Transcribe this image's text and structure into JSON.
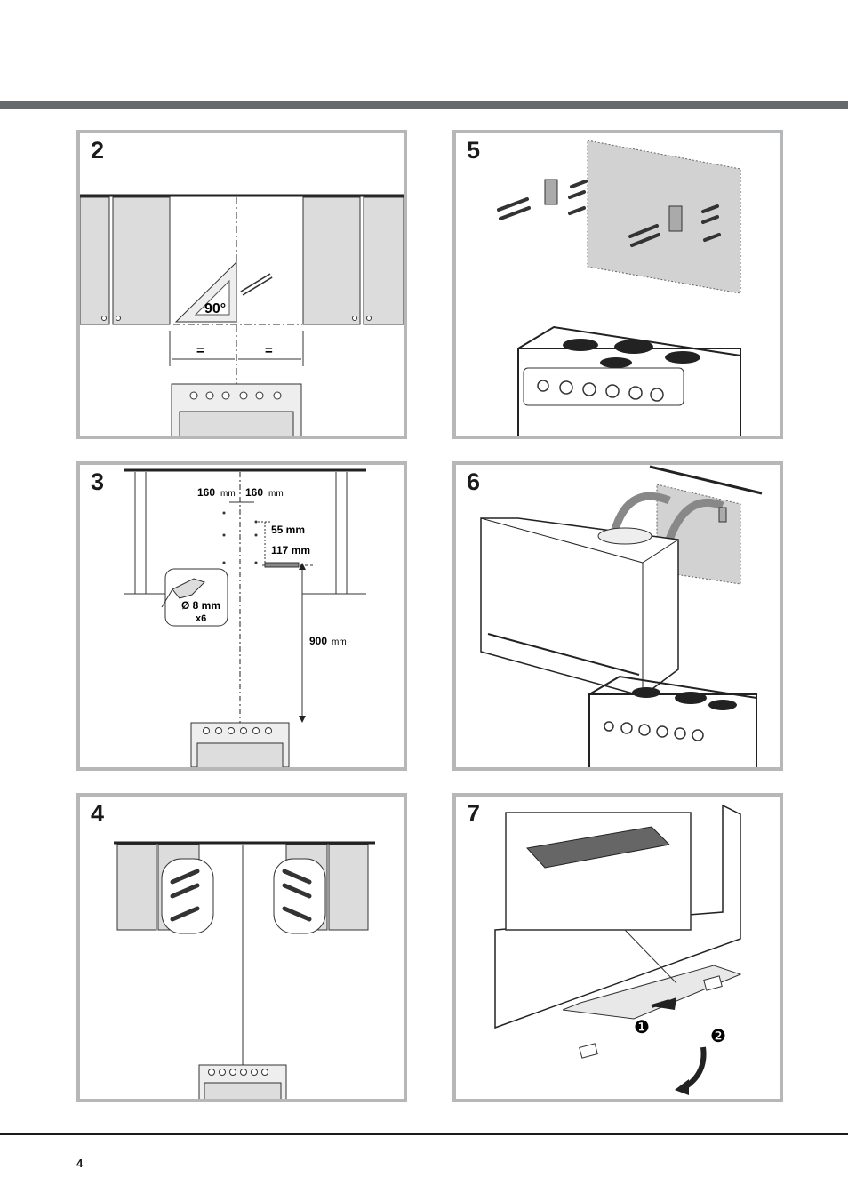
{
  "page": {
    "number": "4"
  },
  "steps": {
    "step2": {
      "number": "2",
      "angle_label": "90°",
      "equal_left": "=",
      "equal_right": "="
    },
    "step3": {
      "number": "3",
      "dim_left": "160",
      "dim_right": "160",
      "dim_unit": "mm",
      "dim_55": "55 mm",
      "dim_117": "117 mm",
      "dim_900": "900",
      "drill_diameter": "Ø 8 mm",
      "drill_qty": "x6"
    },
    "step4": {
      "number": "4"
    },
    "step5": {
      "number": "5"
    },
    "step6": {
      "number": "6"
    },
    "step7": {
      "number": "7",
      "arrow1": "❶",
      "arrow2": "❷"
    }
  },
  "colors": {
    "header_bar": "#666a6d",
    "panel_border": "#b5b7b9",
    "cabinet_fill": "#dcdcdc",
    "wall_fill": "#d2d2d2"
  }
}
